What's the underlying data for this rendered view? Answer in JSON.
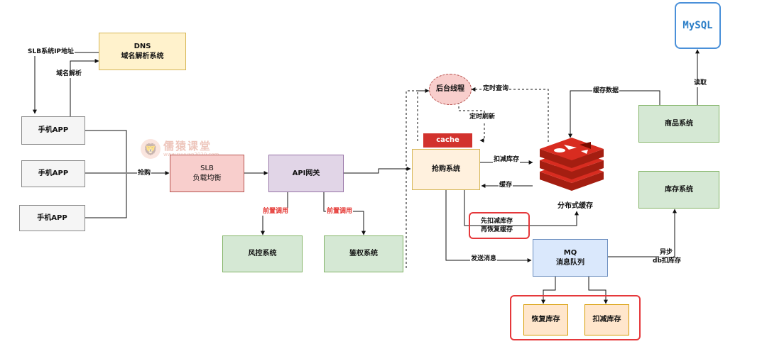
{
  "nodes": {
    "dns": {
      "title": "DNS",
      "subtitle": "域名解析系统"
    },
    "phone1": "手机APP",
    "phone2": "手机APP",
    "phone3": "手机APP",
    "slb": {
      "title": "SLB",
      "subtitle": "负载均衡"
    },
    "api": "API网关",
    "risk": "风控系统",
    "auth": "鉴权系统",
    "qianggou": "抢购系统",
    "cache": "cache",
    "thread": "后台线程",
    "redis": "分布式缓存",
    "mq": {
      "title": "MQ",
      "subtitle": "消息队列"
    },
    "restore": "恢复库存",
    "deduct": "扣减库存",
    "product": "商品系统",
    "inventory": "库存系统",
    "mysql": "MySQL"
  },
  "labels": {
    "slb_ip": "SLB系统IP地址",
    "domain": "域名解析",
    "qiang": "抢购",
    "pre1": "前置调用",
    "pre2": "前置调用",
    "timed_query": "定时查询",
    "timed_refresh": "定时刷新",
    "deduct_stock": "扣减库存",
    "cache_back": "缓存",
    "cache_data": "缓存数据",
    "read": "读取",
    "first_deduct_line1": "先扣减库存",
    "first_deduct_line2": "再恢复缓存",
    "send_msg": "发送消息",
    "async_line1": "异步",
    "async_line2": "db扣库存"
  },
  "watermark": {
    "title": "儒猿课堂",
    "url": "www.ruyuan2020.com"
  },
  "colors": {
    "arrow": "#111111",
    "highlight": "#e5383b",
    "red_label": "#e53935",
    "mysql_border": "#4a90d9",
    "redis": "#c72a26"
  }
}
